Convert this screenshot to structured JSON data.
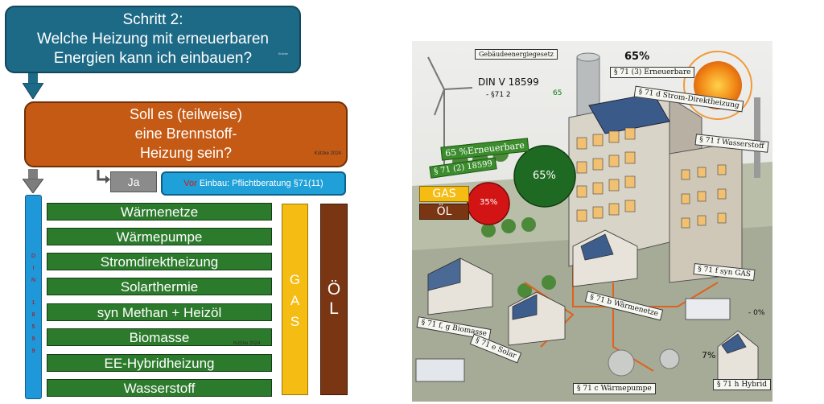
{
  "flow": {
    "title_line1": "Schritt 2:",
    "title_line2": "Welche Heizung mit erneuerbaren",
    "title_line3": "Energien kann ich einbauen?",
    "title_tiny": "Kützke",
    "question_line1": "Soll es (teilweise)",
    "question_line2": "eine Brennstoff-",
    "question_line3": "Heizung sein?",
    "credit_top": "Kützke 2024",
    "ja_label": "Ja",
    "beratung_prefix": "Vor",
    "beratung_text": " Einbau: Pflichtberatung §71(11)",
    "din_letters": [
      "D",
      "I",
      "N",
      "1",
      "8",
      "5",
      "9",
      "9"
    ],
    "heating_options": [
      "Wärmenetze",
      "Wärmepumpe",
      "Stromdirektheizung",
      "Solarthermie",
      "syn Methan + Heizöl",
      "Biomasse",
      "EE-Hybridheizung",
      "Wasserstoff"
    ],
    "credit_bottom": "Kützke 2024",
    "gas_letters": [
      "G",
      "A",
      "S"
    ],
    "oel_label": "Ö L",
    "colors": {
      "title_bg": "#1d6a87",
      "question_bg": "#c55a14",
      "option_bg": "#2c7a2c",
      "gas": "#f5bc13",
      "oel": "#7a3512",
      "din": "#1f98da"
    }
  },
  "illustration": {
    "header_label": "Gebäudeenergiegesetz",
    "din_text": "DIN V 18599",
    "para_text": "- §71 2",
    "badge_65_small": "65",
    "pct_top": "65%",
    "label_erneuerbare": "§ 71 (3) Erneuerbare",
    "label_strom": "§ 71 d Strom-Direktheizung",
    "label_wasserstoff": "§ 71 f Wasserstoff",
    "label_65_erneuerbare": "65 %Erneuerbare",
    "label_18599": "§ 71 (2) 18599",
    "circle_green": "65%",
    "circle_red": "35%",
    "bar_gas": "GAS",
    "bar_oel": "ÖL",
    "label_syn_gas": "§ 71 f syn GAS",
    "label_waermenetze": "§ 71 b Wärmenetze",
    "label_biomasse": "§ 71 f, g Biomasse",
    "label_solar": "§ 71 e Solar",
    "label_waermepumpe": "§ 71 c Wärmepumpe",
    "label_hybrid": "§ 71 h Hybrid",
    "pct_small_7": "7%",
    "pct_small_0": "- 0%"
  }
}
